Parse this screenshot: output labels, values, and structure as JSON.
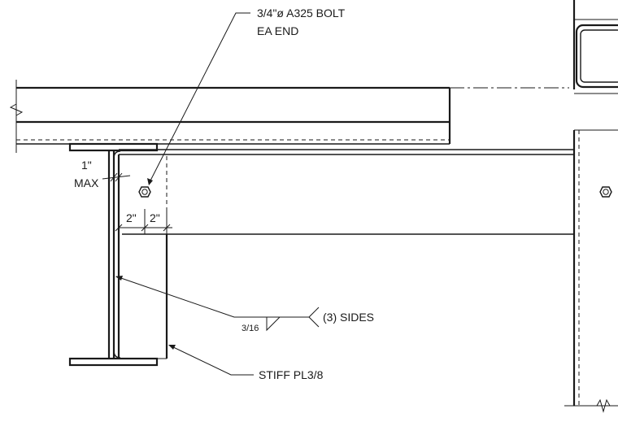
{
  "notes": {
    "bolt_line1": "3/4\"ø A325 BOLT",
    "bolt_line2": "EA END",
    "gap_line1": "1\"",
    "gap_line2": "MAX",
    "dim_left": "2\"",
    "dim_right": "2\"",
    "weld_size": "3/16",
    "weld_sides": "(3) SIDES",
    "stiffener": "STIFF PL3/8"
  }
}
